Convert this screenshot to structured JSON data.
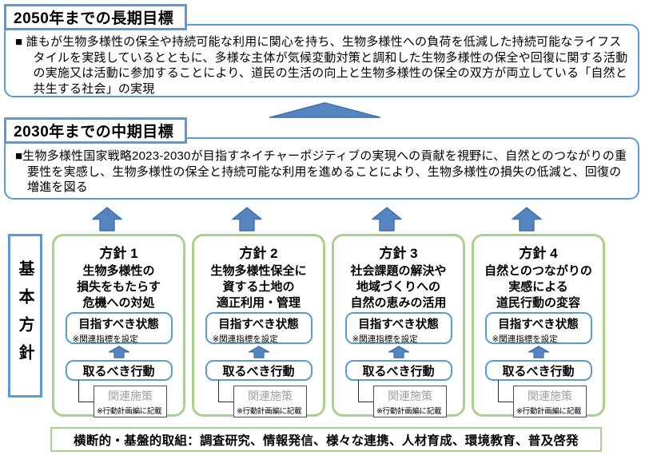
{
  "colors": {
    "box_border_blue": "#5B9BD5",
    "column_border_green": "#A9D18E",
    "arrow_fill": "#5585C1",
    "arrow_stroke": "#3E6FA8",
    "measure_text_gray": "#A0A0A0"
  },
  "long_term": {
    "title": "2050年までの長期目標",
    "body": "■ 誰もが生物多様性の保全や持続可能な利用に関心を持ち、生物多様性への負荷を低減した持続可能なライフスタイルを実践しているとともに、多様な主体が気候変動対策と調和した生物多様性の保全や回復に関する活動の実施又は活動に参加することにより、道民の生活の向上と生物多様性の保全の双方が両立している「自然と共生する社会」の実現"
  },
  "mid_term": {
    "title": "2030年までの中期目標",
    "body": "■生物多様性国家戦略2023-2030が目指すネイチャーポジティブの実現への貢献を視野に、自然とのつながりの重要性を実感し、生物多様性の保全と持続可能な利用を進めることにより、生物多様性の損失の低減と、回復の増進を図る"
  },
  "basic_policy": {
    "label": "基本方針"
  },
  "policies": [
    {
      "title": "方針 1",
      "subtitle": "生物多様性の\n損失をもたらす\n危機への対処",
      "aim_label": "目指すべき状態",
      "aim_note": "※関連指標を設定",
      "action_label": "取るべき行動",
      "measure_label": "関連施策",
      "measure_note": "※行動計画編に記載"
    },
    {
      "title": "方針 2",
      "subtitle": "生物多様性保全に\n資する土地の\n適正利用・管理",
      "aim_label": "目指すべき状態",
      "aim_note": "※関連指標を設定",
      "action_label": "取るべき行動",
      "measure_label": "関連施策",
      "measure_note": "※行動計画編に記載"
    },
    {
      "title": "方針 3",
      "subtitle": "社会課題の解決や\n地域づくりへの\n自然の恵みの活用",
      "aim_label": "目指すべき状態",
      "aim_note": "※関連指標を設定",
      "action_label": "取るべき行動",
      "measure_label": "関連施策",
      "measure_note": "※行動計画編に記載"
    },
    {
      "title": "方針 4",
      "subtitle": "自然とのつながりの\n実感による\n道民行動の変容",
      "aim_label": "目指すべき状態",
      "aim_note": "※関連指標を設定",
      "action_label": "取るべき行動",
      "measure_label": "関連施策",
      "measure_note": "※行動計画編に記載"
    }
  ],
  "cross_cutting": {
    "text": "横断的・基盤的取組：調査研究、情報発信、様々な連携、人材育成、環境教育、普及啓発"
  }
}
